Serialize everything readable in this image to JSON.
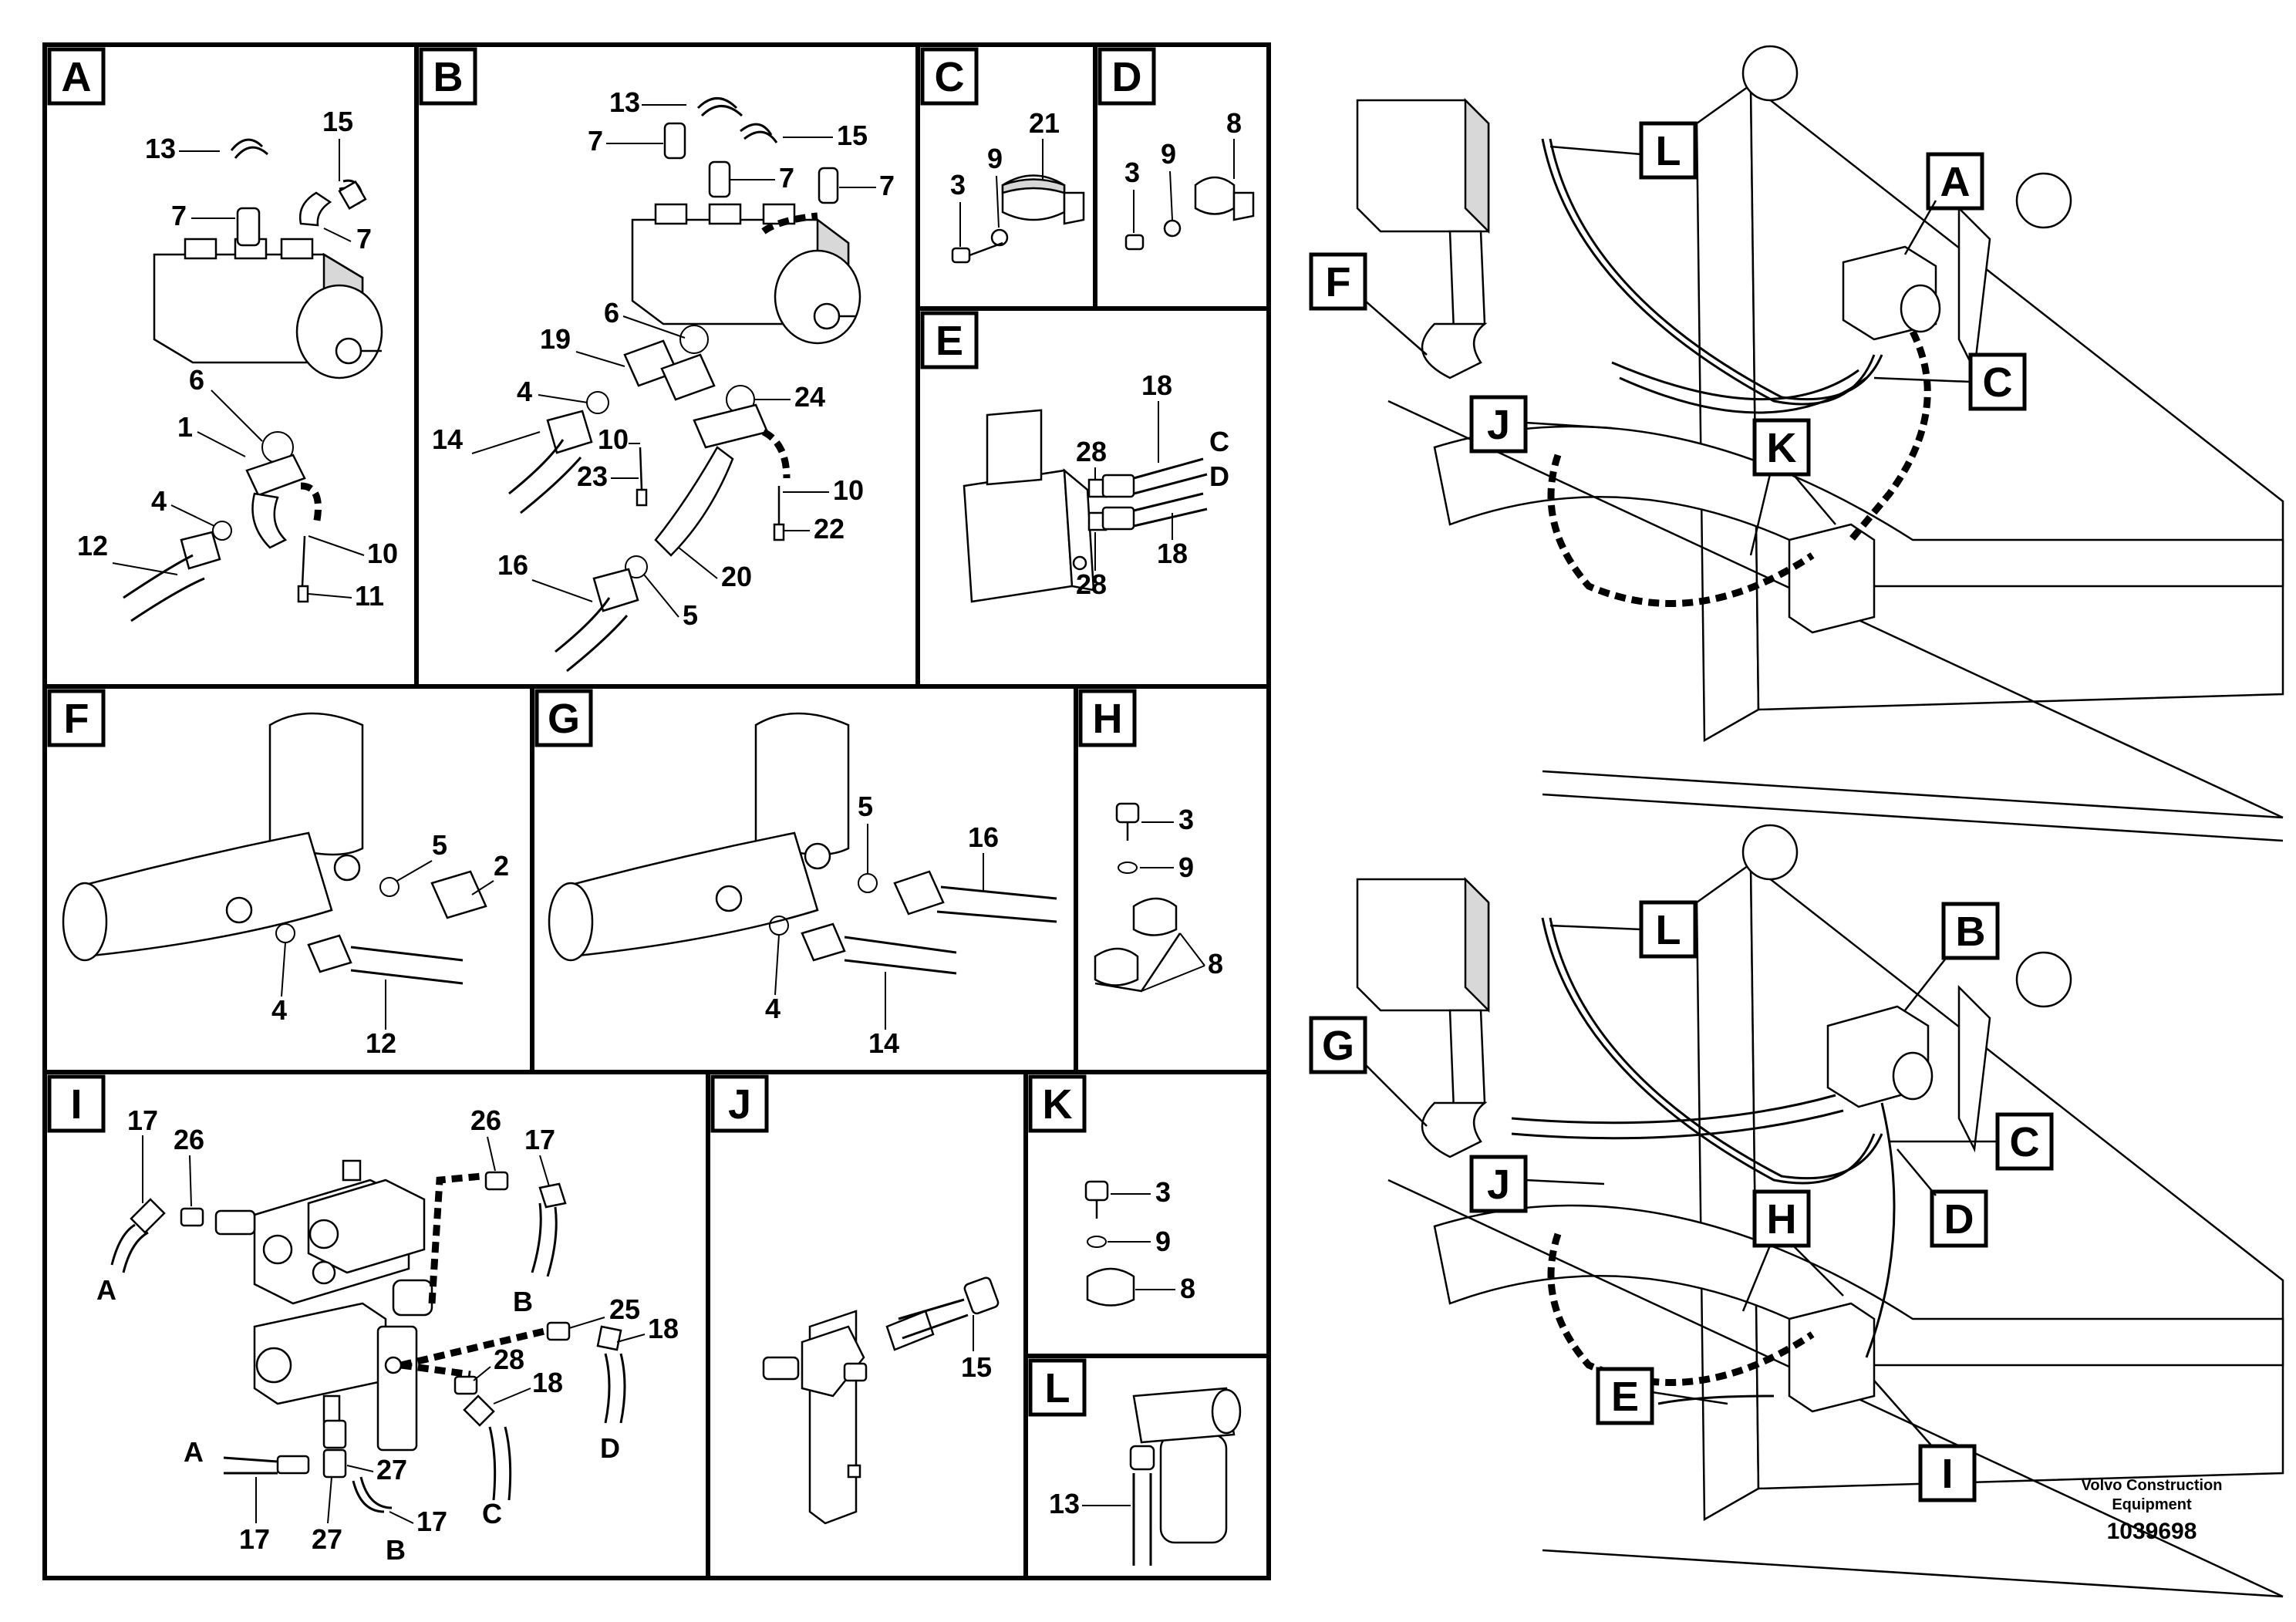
{
  "panels": {
    "A": {
      "tag": "A",
      "labels": [
        "13",
        "15",
        "7",
        "7",
        "6",
        "1",
        "4",
        "12",
        "10",
        "11"
      ]
    },
    "B": {
      "tag": "B",
      "labels": [
        "13",
        "7",
        "15",
        "7",
        "7",
        "6",
        "19",
        "4",
        "24",
        "14",
        "10",
        "23",
        "10",
        "22",
        "16",
        "20",
        "5"
      ]
    },
    "C": {
      "tag": "C",
      "labels": [
        "21",
        "9",
        "3"
      ]
    },
    "D": {
      "tag": "D",
      "labels": [
        "8",
        "9",
        "3"
      ]
    },
    "E": {
      "tag": "E",
      "labels": [
        "28",
        "18",
        "C",
        "D",
        "28",
        "18"
      ]
    },
    "F": {
      "tag": "F",
      "labels": [
        "5",
        "2",
        "4",
        "12"
      ]
    },
    "G": {
      "tag": "G",
      "labels": [
        "5",
        "16",
        "4",
        "14"
      ]
    },
    "H": {
      "tag": "H",
      "labels": [
        "3",
        "9",
        "8"
      ]
    },
    "I": {
      "tag": "I",
      "labels": [
        "17",
        "26",
        "26",
        "17",
        "A",
        "B",
        "25",
        "18",
        "28",
        "18",
        "A",
        "27",
        "D",
        "C",
        "17",
        "27",
        "17",
        "B"
      ]
    },
    "J": {
      "tag": "J",
      "labels": [
        "15"
      ]
    },
    "K": {
      "tag": "K",
      "labels": [
        "3",
        "9",
        "8"
      ]
    },
    "L": {
      "tag": "L",
      "labels": [
        "13"
      ]
    }
  },
  "overview_top": {
    "callouts": [
      "L",
      "A",
      "F",
      "C",
      "J",
      "K"
    ]
  },
  "overview_bottom": {
    "callouts": [
      "L",
      "B",
      "G",
      "C",
      "J",
      "H",
      "D",
      "E",
      "I"
    ]
  },
  "caption": {
    "line1": "Volvo Construction",
    "line2": "Equipment",
    "number": "1039698"
  }
}
